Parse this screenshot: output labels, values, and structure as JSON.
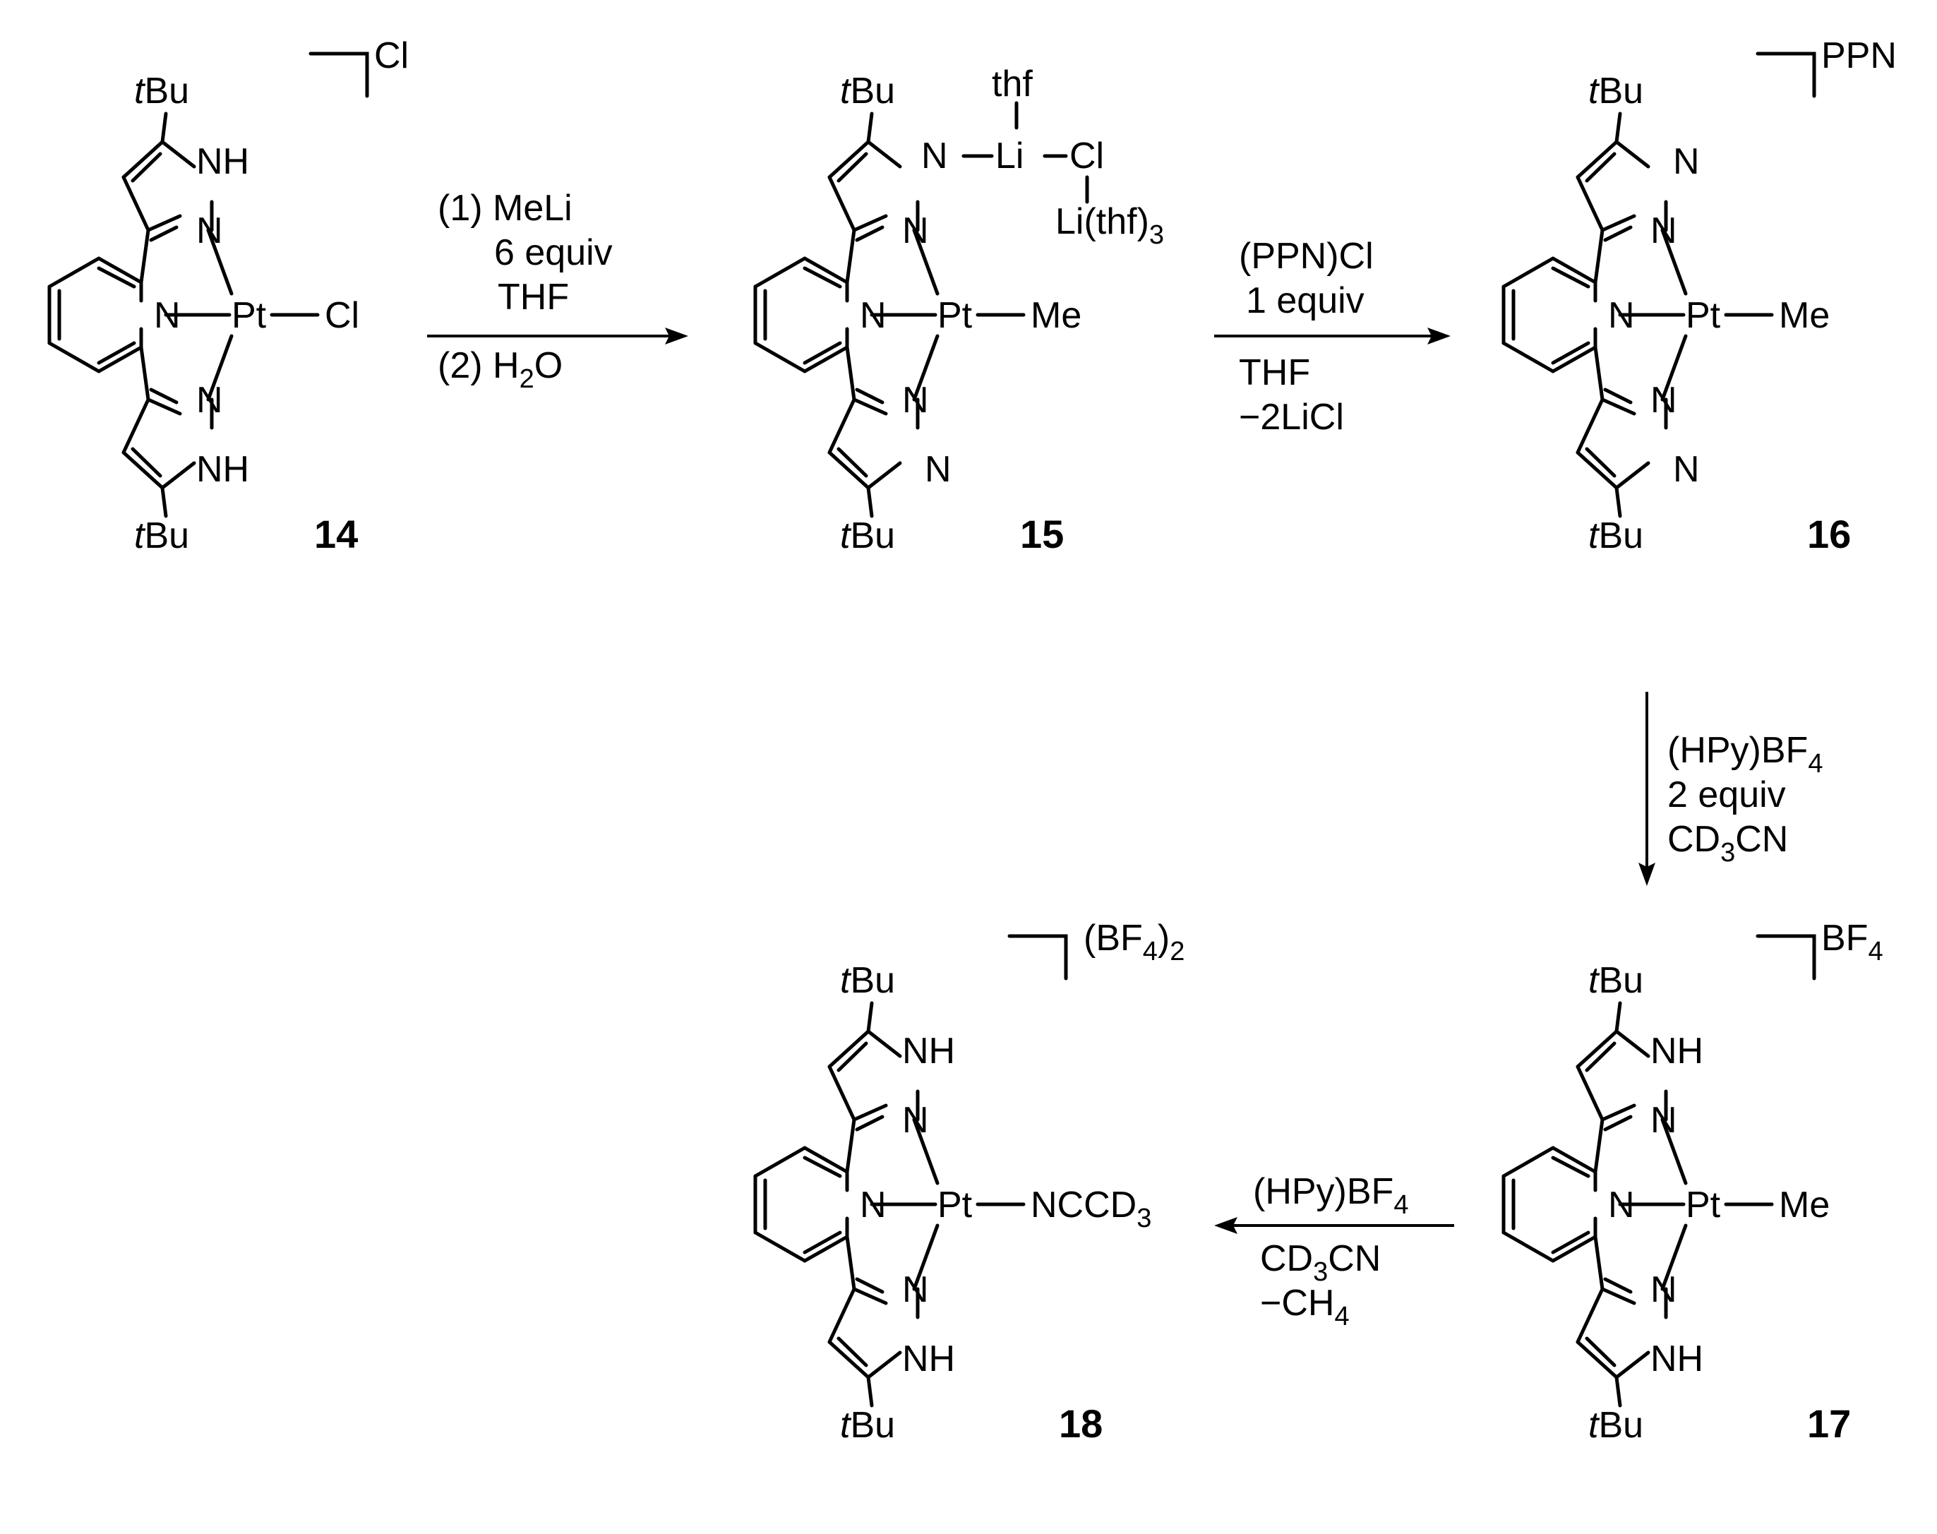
{
  "atoms": {
    "tbu_t": "t",
    "tbu_rest": "Bu",
    "nh": "NH",
    "n": "N",
    "pt": "Pt",
    "cl": "Cl",
    "me": "Me",
    "li": "Li",
    "thf": "thf",
    "li_thf3": "Li(thf)",
    "sub_3": "3",
    "ncc": "NCCD",
    "sub_3b": "3"
  },
  "counterions": {
    "c14": "Cl",
    "c16": "PPN",
    "c17_main": "BF",
    "c17_sub": "4",
    "c18_main": "(BF",
    "c18_sub4": "4",
    "c18_close": ")",
    "c18_sub2": "2"
  },
  "compounds": {
    "c14": "14",
    "c15": "15",
    "c16": "16",
    "c17": "17",
    "c18": "18"
  },
  "arrows": {
    "a1": {
      "line1": "(1) MeLi",
      "line2": "6 equiv",
      "line3": "THF",
      "line4_main": "(2) H",
      "line4_sub": "2",
      "line4_end": "O"
    },
    "a2": {
      "line1": "(PPN)Cl",
      "line2": "1 equiv",
      "line3": "THF",
      "line4": "−2LiCl"
    },
    "a3": {
      "line1_main": "(HPy)BF",
      "line1_sub": "4",
      "line2": "2 equiv",
      "line3_main": "CD",
      "line3_sub": "3",
      "line3_end": "CN"
    },
    "a4": {
      "line1_main": "(HPy)BF",
      "line1_sub": "4",
      "line2_main": "CD",
      "line2_sub": "3",
      "line2_end": "CN",
      "line3_main": "−CH",
      "line3_sub": "4"
    }
  }
}
